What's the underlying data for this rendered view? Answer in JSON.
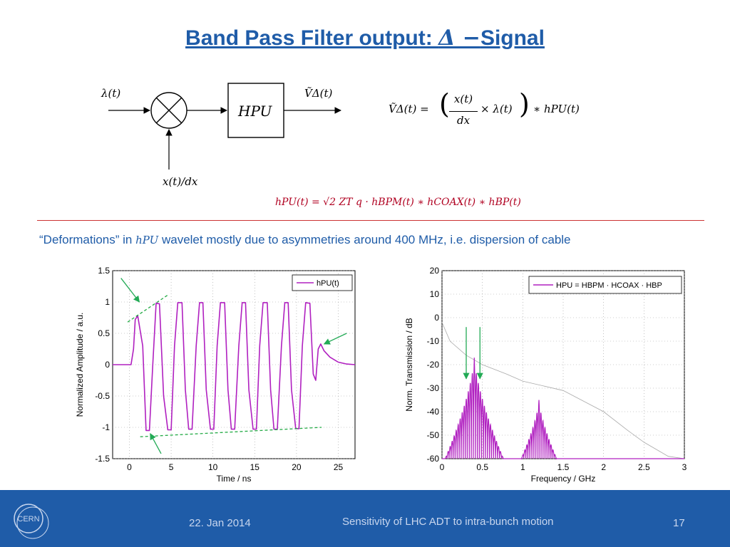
{
  "slide": {
    "title_prefix": "Band Pass Filter output: ",
    "title_symbol": "Δ −",
    "title_suffix": "Signal",
    "note_before": "“Deformations” in ",
    "note_var": "hPU",
    "note_after": " wavelet mostly due to asymmetries around 400 MHz, i.e. dispersion of cable"
  },
  "diagram": {
    "input_label": "λ(t)",
    "side_input_label": "x(t)/dx",
    "block_label": "HPU",
    "output_label": "ṼΔ(t)",
    "equation": "ṼΔ(t) = ( x(t)/dx × λ(t) ) ∗ hPU(t)",
    "eq_lhs": "ṼΔ(t) =",
    "eq_num": "x(t)",
    "eq_den": "dx",
    "eq_mid": "× λ(t)",
    "eq_rhs": "∗ hPU(t)",
    "impulse_equation": "hPU(t) = √2 ZT q · hBPM(t) ∗ hCOAX(t) ∗ hBP(t)"
  },
  "footer": {
    "date": "22. Jan 2014",
    "subtitle": "Sensitivity of LHC ADT to intra-bunch motion",
    "page": "17",
    "logo_text": "CERN"
  },
  "colors": {
    "title": "#1f5ca8",
    "footer_bg": "#1f5ca8",
    "trace": "#b020c0",
    "dashed": "#22aa44",
    "arrow": "#22aa55",
    "rule": "#cc3333",
    "formula": "#b00020"
  },
  "chart_data": [
    {
      "type": "line",
      "xlabel": "Time / ns",
      "ylabel": "Normalized Amplitude / a.u.",
      "xlim": [
        -2,
        27
      ],
      "ylim": [
        -1.5,
        1.5
      ],
      "xticks": [
        0,
        5,
        10,
        15,
        20,
        25
      ],
      "yticks": [
        1.5,
        1,
        0.5,
        0,
        -0.5,
        -1,
        -1.5
      ],
      "ytick_labels": [
        "1.5",
        "1",
        "0.5",
        "0",
        "-0.5",
        "-1",
        "-1.5"
      ],
      "grid": true,
      "legend": "top-right",
      "series": [
        {
          "name": "hPU(t)",
          "x": [
            -2,
            0.2,
            0.5,
            0.7,
            1.0,
            1.6,
            2.0,
            2.4,
            2.8,
            3.2,
            3.6,
            4.1,
            4.6,
            5.0,
            5.4,
            5.8,
            6.3,
            6.7,
            7.1,
            7.5,
            8.0,
            8.4,
            8.8,
            9.2,
            9.7,
            10.1,
            10.5,
            10.9,
            11.4,
            11.8,
            12.2,
            12.6,
            13.1,
            13.5,
            13.9,
            14.3,
            14.8,
            15.2,
            15.6,
            16.0,
            16.5,
            16.9,
            17.3,
            17.7,
            18.2,
            18.6,
            19.0,
            19.4,
            19.9,
            20.3,
            20.7,
            21.1,
            21.6,
            22.0,
            22.3,
            22.6,
            22.9,
            23.3,
            24.0,
            25.0,
            26.0,
            27.0
          ],
          "y": [
            0.0,
            0.0,
            0.25,
            0.72,
            0.78,
            0.3,
            -1.05,
            -1.05,
            0.0,
            0.98,
            0.97,
            -0.5,
            -1.04,
            -1.04,
            0.3,
            0.99,
            0.99,
            -0.4,
            -1.03,
            -1.03,
            0.3,
            0.99,
            0.99,
            -0.4,
            -1.03,
            -1.03,
            0.3,
            0.99,
            0.99,
            -0.4,
            -1.03,
            -1.03,
            0.3,
            0.99,
            0.99,
            -0.4,
            -1.03,
            -1.03,
            0.3,
            0.99,
            0.99,
            -0.4,
            -1.03,
            -1.03,
            0.3,
            0.99,
            0.99,
            -0.4,
            -1.02,
            -1.02,
            0.3,
            0.99,
            0.98,
            -0.15,
            -0.25,
            0.25,
            0.33,
            0.22,
            0.12,
            0.04,
            0.01,
            0.0
          ]
        }
      ],
      "annotations": [
        {
          "type": "dashed-line",
          "x": [
            -0.2,
            4.7
          ],
          "y": [
            0.68,
            1.12
          ]
        },
        {
          "type": "dashed-line",
          "x": [
            1.3,
            23.0
          ],
          "y": [
            -1.15,
            -1.0
          ]
        },
        {
          "type": "arrow",
          "from": [
            -1.0,
            1.38
          ],
          "to": [
            1.2,
            1.0
          ]
        },
        {
          "type": "arrow",
          "from": [
            26.0,
            0.5
          ],
          "to": [
            23.3,
            0.33
          ]
        },
        {
          "type": "arrow",
          "from": [
            3.8,
            -1.42
          ],
          "to": [
            2.5,
            -1.1
          ]
        }
      ]
    },
    {
      "type": "line",
      "xlabel": "Frequency / GHz",
      "ylabel": "Norm. Transmission / dB",
      "xlim": [
        0,
        3
      ],
      "ylim": [
        -60,
        20
      ],
      "xticks": [
        0,
        0.5,
        1,
        1.5,
        2,
        2.5,
        3
      ],
      "xtick_labels": [
        "0",
        "0.5",
        "1",
        "1.5",
        "2",
        "2.5",
        "3"
      ],
      "yticks": [
        20,
        10,
        0,
        -10,
        -20,
        -30,
        -40,
        -50,
        -60
      ],
      "grid": true,
      "legend": "top-right",
      "series": [
        {
          "name": "HPU = HBPM · HCOAX · HBP",
          "spectrum_lobes": [
            {
              "center": 0.4,
              "peak": -17,
              "halfwidth": 0.36,
              "lobe_spacing": 0.025
            },
            {
              "center": 1.2,
              "peak": -35,
              "halfwidth": 0.22,
              "lobe_spacing": 0.025
            }
          ],
          "floor": -60
        },
        {
          "name": "",
          "x": [
            0,
            0.1,
            0.3,
            0.5,
            0.8,
            1.0,
            1.5,
            2.0,
            2.3,
            2.5,
            2.7,
            2.8,
            3.0
          ],
          "y": [
            -2,
            -10,
            -16,
            -20,
            -24,
            -27,
            -31,
            -40,
            -48,
            -53,
            -57,
            -59,
            -60
          ]
        }
      ],
      "annotations": [
        {
          "type": "arrow",
          "from": [
            0.3,
            -4
          ],
          "to": [
            0.3,
            -26
          ]
        },
        {
          "type": "arrow",
          "from": [
            0.47,
            -4
          ],
          "to": [
            0.47,
            -26
          ]
        }
      ]
    }
  ]
}
